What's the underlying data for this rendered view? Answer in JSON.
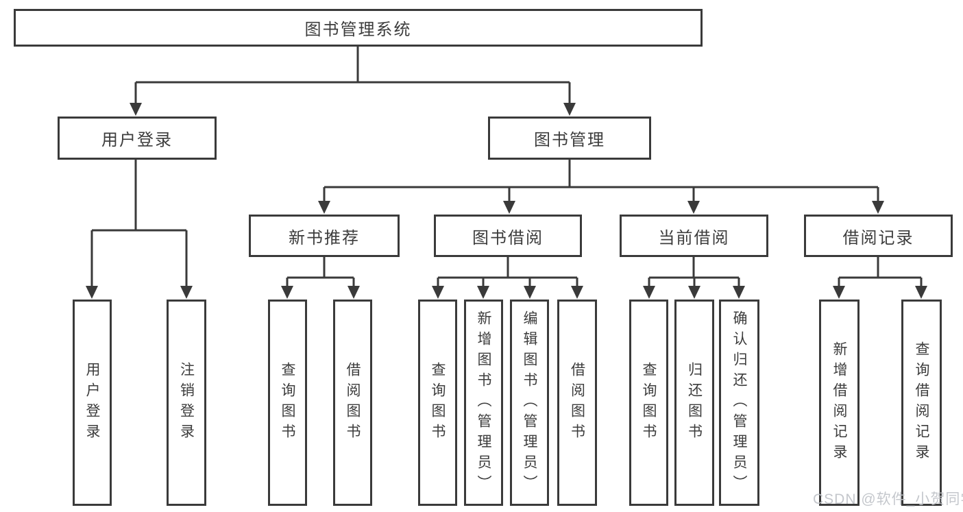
{
  "tree": {
    "root": "图书管理系统",
    "children": [
      {
        "label": "用户登录",
        "children": [
          "用户登录",
          "注销登录"
        ]
      },
      {
        "label": "图书管理",
        "children": [
          {
            "label": "新书推荐",
            "children": [
              "查询图书",
              "借阅图书"
            ]
          },
          {
            "label": "图书借阅",
            "children": [
              "查询图书",
              "新增图书（管理员）",
              "编辑图书（管理员）",
              "借阅图书"
            ]
          },
          {
            "label": "当前借阅",
            "children": [
              "查询图书",
              "归还图书",
              "确认归还（管理员）"
            ]
          },
          {
            "label": "借阅记录",
            "children": [
              "新增借阅记录",
              "查询借阅记录"
            ]
          }
        ]
      }
    ]
  },
  "watermark": "CSDN @软件_小贺同学",
  "colors": {
    "line": "#3a3a3a",
    "text": "#3c3c3c",
    "watermark": "#c0c3c8",
    "background": "#ffffff"
  }
}
